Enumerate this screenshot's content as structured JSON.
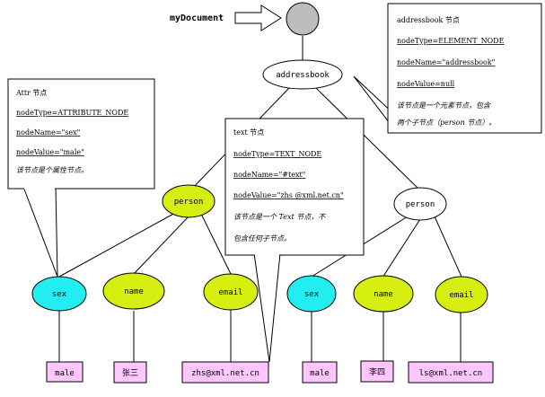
{
  "diagram": {
    "document_label": "myDocument",
    "root_element": "addressbook",
    "person_labels": [
      "person",
      "person"
    ],
    "fields": [
      {
        "name": "sex",
        "value": "male"
      },
      {
        "name": "name",
        "value": "张三"
      },
      {
        "name": "email",
        "value": "zhs@xml.net.cn"
      },
      {
        "name": "sex",
        "value": "male"
      },
      {
        "name": "name",
        "value": "李四"
      },
      {
        "name": "email",
        "value": "ls@xml.net.cn"
      }
    ],
    "callouts": {
      "addressbook": [
        "addressbook 节点",
        "nodeType=ELEMENT_NODE",
        "nodeName=\"addressbook\"",
        "nodeValue=null",
        "该节点是一个元素节点，包含",
        "两个子节点（person 节点）。"
      ],
      "attr": [
        "Attr 节点",
        "nodeType=ATTRIBUTE_NODE",
        "nodeName=\"sex\"",
        "nodeValue=\"male\"",
        "该节点是个属性节点。"
      ],
      "text": [
        "text 节点",
        "nodeType=TEXT_NODE",
        "nodeName=\"#text\"",
        "nodeValue=\"zhs @xml.net.cn\"",
        "该节点是一个 Text 节点，不",
        "包含任何子节点。"
      ]
    },
    "colors": {
      "cyan_node": "#22eef2",
      "lime_node": "#d6ef10",
      "leaf_fill": "#ffc6ff",
      "document_node": "#bdbdbd"
    }
  }
}
